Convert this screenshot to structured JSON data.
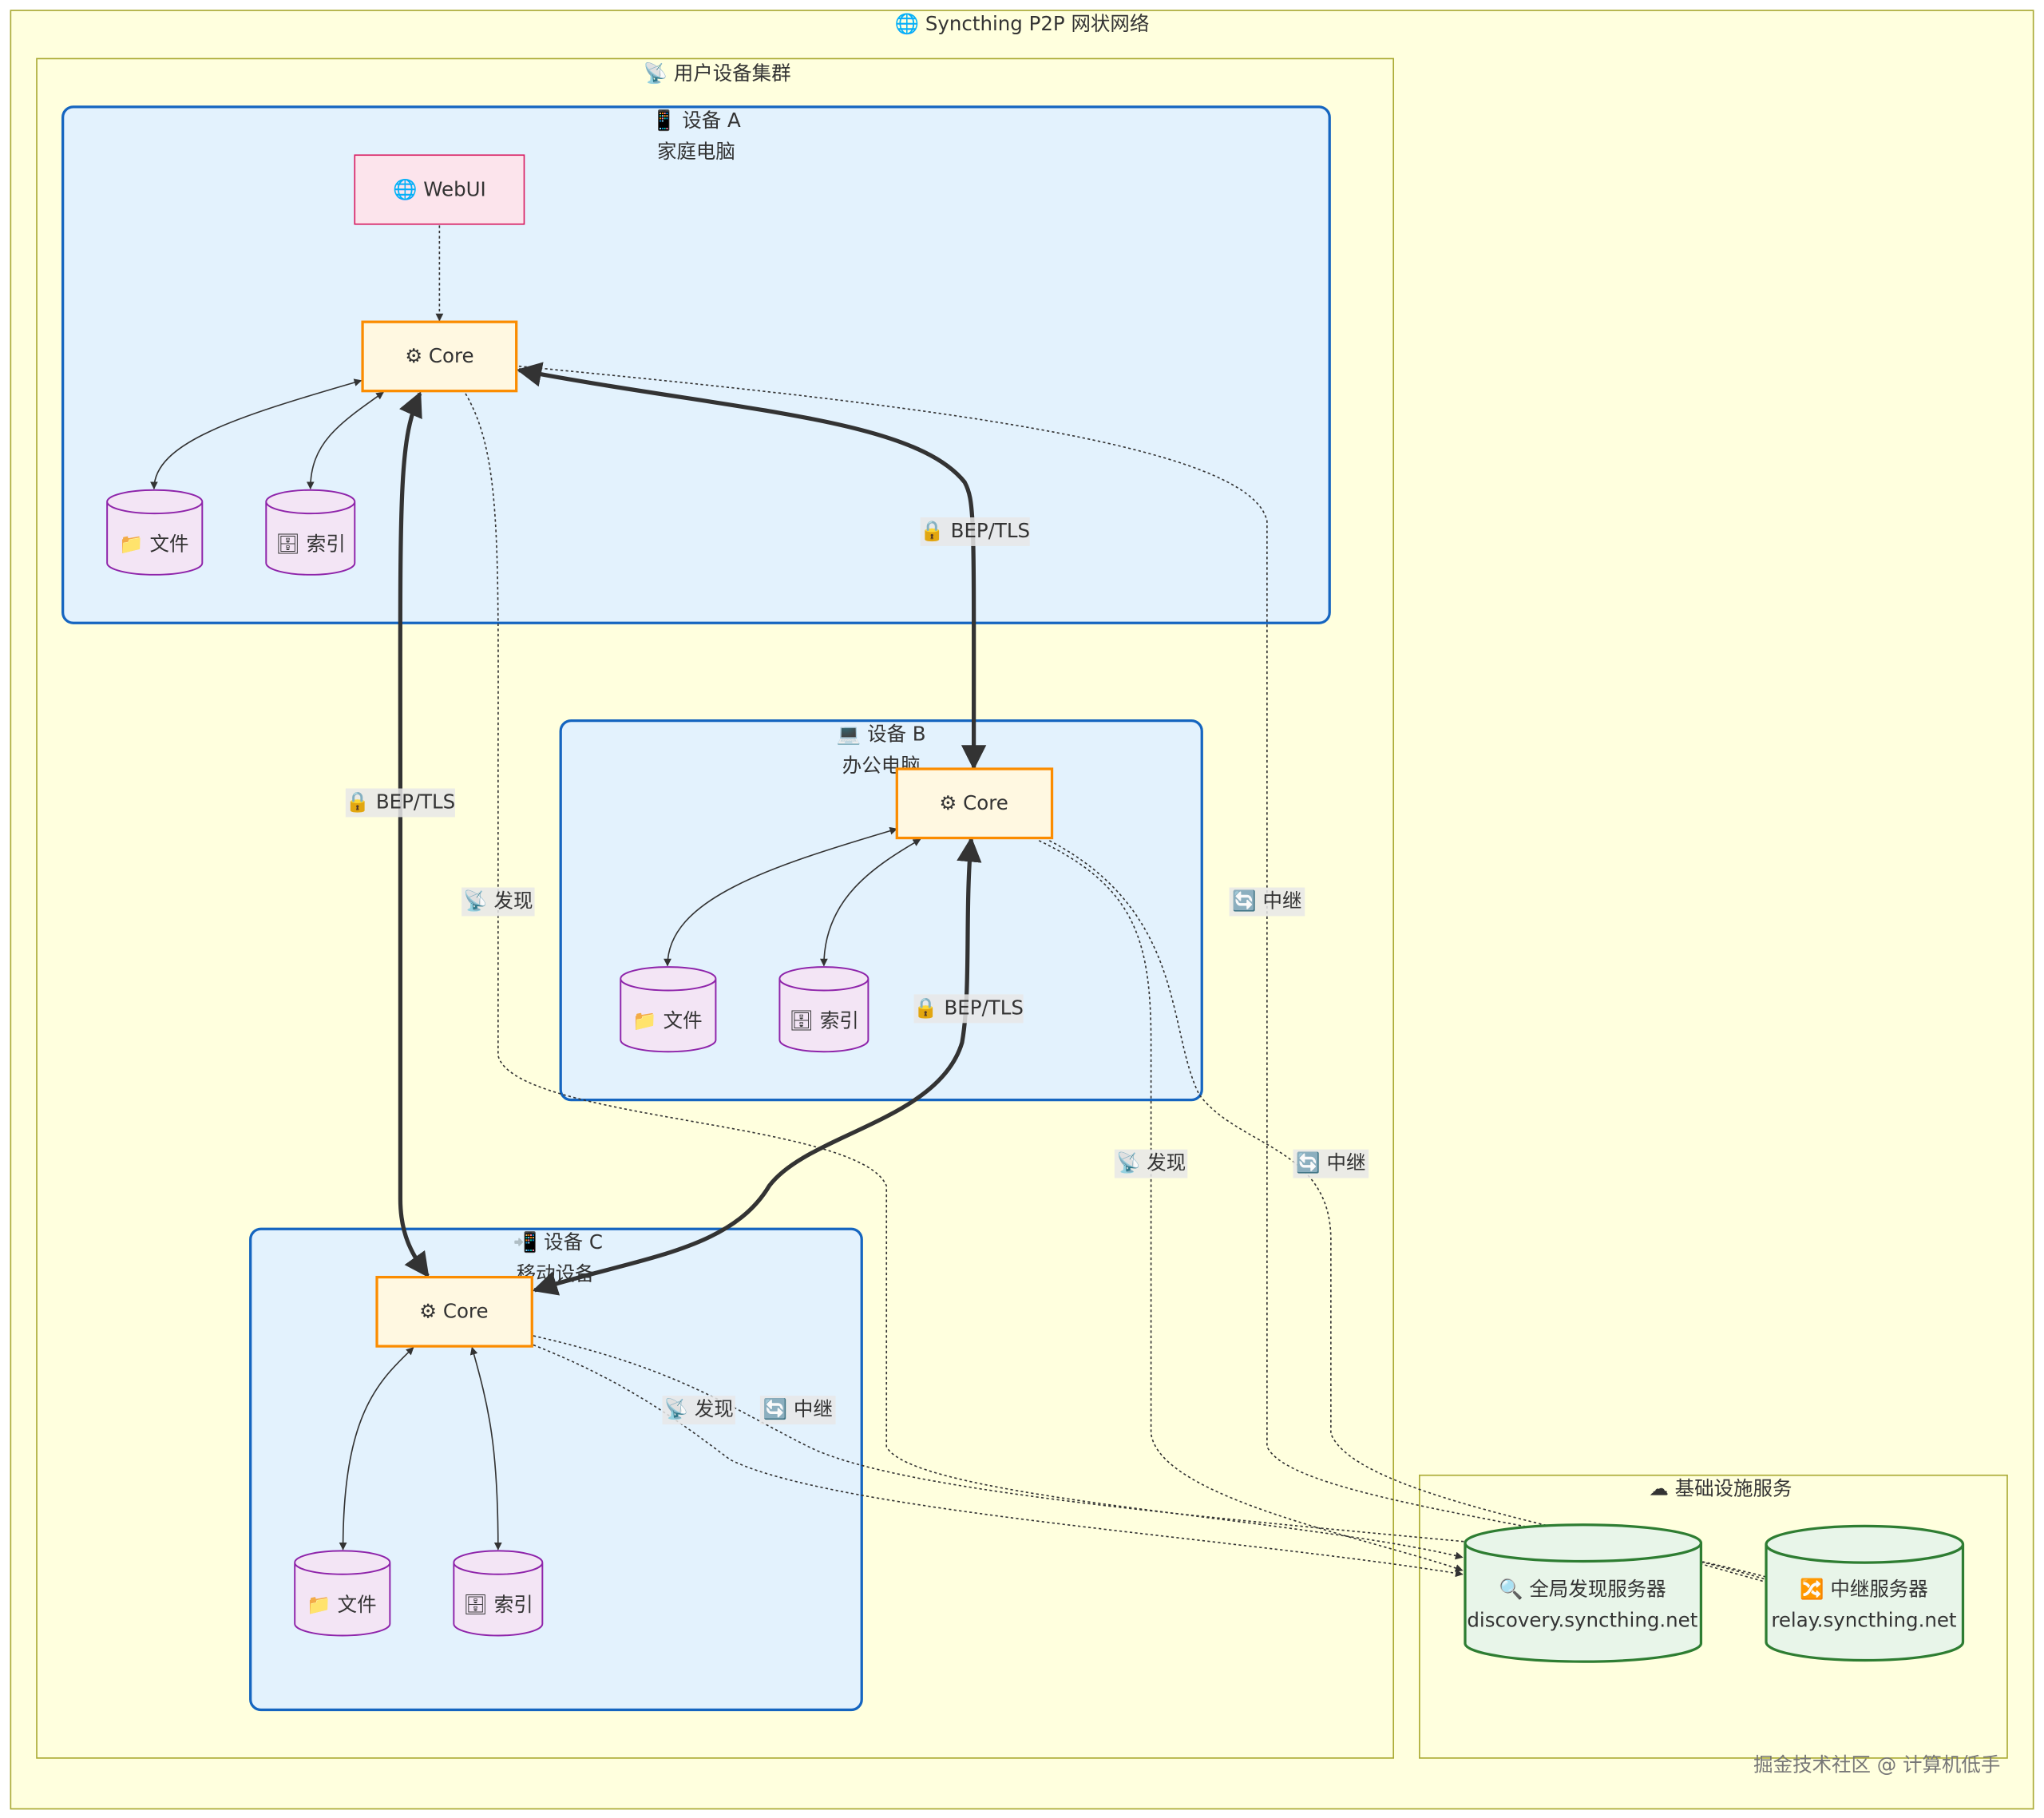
{
  "title": "🌐 Syncthing P2P 网状网络",
  "clusters": {
    "users": "📡 用户设备集群",
    "infra": "☁ 基础设施服务",
    "device_a": {
      "title": "📱 设备 A",
      "subtitle": "家庭电脑"
    },
    "device_b": {
      "title": "💻 设备 B",
      "subtitle": "办公电脑"
    },
    "device_c": {
      "title": "📲 设备 C",
      "subtitle": "移动设备"
    }
  },
  "nodes": {
    "webui": "🌐 WebUI",
    "core": "⚙ Core",
    "files": "📁 文件",
    "index": "🗄 索引",
    "discovery": {
      "name": "🔍 全局发现服务器",
      "host": "discovery.syncthing.net"
    },
    "relay": {
      "name": "🔀 中继服务器",
      "host": "relay.syncthing.net"
    }
  },
  "edge_labels": {
    "bep": "🔒 BEP/TLS",
    "discover": "📡 发现",
    "relay": "🔄 中继"
  },
  "watermark": "掘金技术社区 @ 计算机低手",
  "colors": {
    "background": "#ffffde",
    "cluster_border": "#aaaa33",
    "device_fill": "#e3f2fd",
    "device_border": "#1565c0",
    "core_fill": "#fff8e1",
    "core_border": "#fb8c00",
    "webui_fill": "#fce4ec",
    "webui_border": "#d81b60",
    "storage_fill": "#f3e5f5",
    "storage_border": "#8e24aa",
    "infra_fill": "#e8f5e9",
    "infra_border": "#2e7d32"
  }
}
